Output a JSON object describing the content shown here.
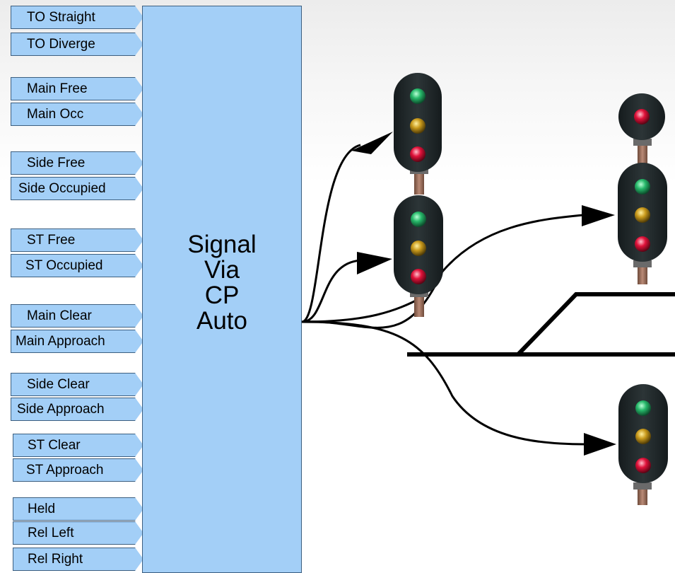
{
  "block": {
    "title_lines": [
      "Signal",
      "Via",
      "CP",
      "Auto"
    ]
  },
  "inputs": [
    "TO Straight",
    "TO Diverge",
    "Main Free",
    "Main Occ",
    "Side Free",
    "Side Occupied",
    "ST Free",
    "ST Occupied",
    "Main Clear",
    "Main Approach",
    "Side Clear",
    "Side Approach",
    "ST Clear",
    "ST Approach",
    "Held",
    "Rel Left",
    "Rel Right"
  ],
  "signals": [
    {
      "name": "upper-left-signal-head",
      "aspects": [
        "green",
        "yellow",
        "red"
      ]
    },
    {
      "name": "lower-left-signal-head",
      "aspects": [
        "green",
        "yellow",
        "red"
      ]
    },
    {
      "name": "upper-right-dwarf-head",
      "aspects": [
        "red"
      ]
    },
    {
      "name": "upper-right-main-head",
      "aspects": [
        "green",
        "yellow",
        "red"
      ]
    },
    {
      "name": "lower-right-signal-head",
      "aspects": [
        "green",
        "yellow",
        "red"
      ]
    }
  ],
  "colors": {
    "block_fill": "#a3cff7",
    "block_border": "#3d5f80",
    "signal_body": "#1f2628",
    "lamp_green": "#27b86a",
    "lamp_yellow": "#c99a1c",
    "lamp_red": "#e0123a",
    "connector": "#000000",
    "track": "#000000"
  }
}
